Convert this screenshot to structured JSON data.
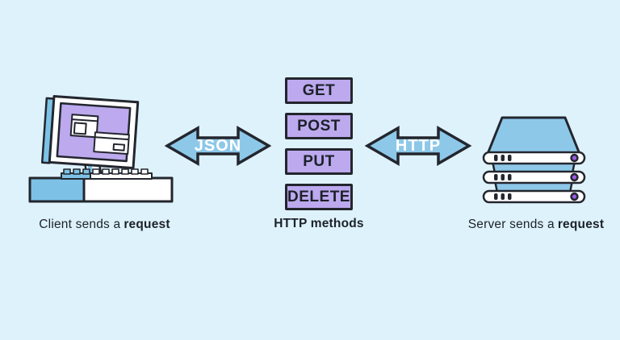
{
  "colors": {
    "background": "#DEF2FB",
    "outline": "#23262E",
    "purple": "#BCA9EE",
    "blue": "#8DC8E9",
    "blue_deep": "#7DC2E6",
    "white": "#FFFFFF",
    "accent_dot": "#9D5BE5",
    "text": "#1C2129",
    "arrow_label": "#FFFFFF"
  },
  "client": {
    "caption_prefix": "Client sends a",
    "caption_bold": "request"
  },
  "methods": {
    "caption": "HTTP methods",
    "items": [
      {
        "label": "GET"
      },
      {
        "label": "POST"
      },
      {
        "label": "PUT"
      },
      {
        "label": "DELETE"
      }
    ]
  },
  "arrows": {
    "left_label": "JSON",
    "right_label": "HTTP"
  },
  "server": {
    "caption_prefix": "Server sends a",
    "caption_bold": "request"
  }
}
